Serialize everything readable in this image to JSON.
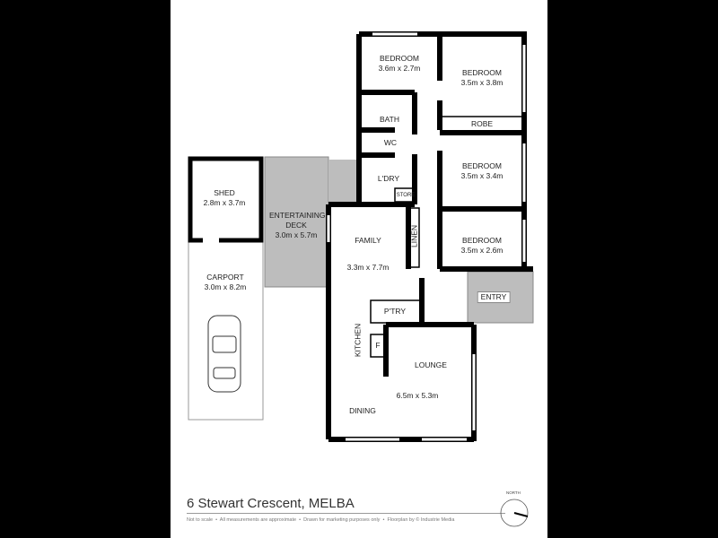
{
  "address": "6 Stewart Crescent, MELBA",
  "notes": [
    "Not to scale",
    "All measurements are approximate",
    "Drawn for marketing purposes only",
    "Floorplan by © Industrie Media"
  ],
  "north_label": "NORTH",
  "colors": {
    "wall": "#000000",
    "outdoor": "#bdbdbd",
    "background_bars": "#000000"
  },
  "rooms": {
    "bedroom1": {
      "name": "BEDROOM",
      "size": "3.6m x 2.7m"
    },
    "bedroom2": {
      "name": "BEDROOM",
      "size": "3.5m x 3.8m"
    },
    "robe": {
      "name": "ROBE"
    },
    "bath": {
      "name": "BATH"
    },
    "wc": {
      "name": "WC"
    },
    "laundry": {
      "name": "L'DRY"
    },
    "store": {
      "name": "STORE"
    },
    "bedroom3": {
      "name": "BEDROOM",
      "size": "3.5m x 3.4m"
    },
    "bedroom4": {
      "name": "BEDROOM",
      "size": "3.5m x 2.6m"
    },
    "linen": {
      "name": "LINEN"
    },
    "family": {
      "name": "FAMILY",
      "size": "3.3m x 7.7m"
    },
    "entry": {
      "name": "ENTRY"
    },
    "pantry": {
      "name": "P'TRY"
    },
    "kitchen": {
      "name": "KITCHEN"
    },
    "fridge": {
      "name": "F"
    },
    "lounge": {
      "name": "LOUNGE",
      "size": "6.5m x 5.3m"
    },
    "dining": {
      "name": "DINING"
    },
    "deck": {
      "name": "ENTERTAINING DECK",
      "size": "3.0m x 5.7m"
    },
    "shed": {
      "name": "SHED",
      "size": "2.8m x 3.7m"
    },
    "carport": {
      "name": "CARPORT",
      "size": "3.0m x 8.2m"
    }
  }
}
